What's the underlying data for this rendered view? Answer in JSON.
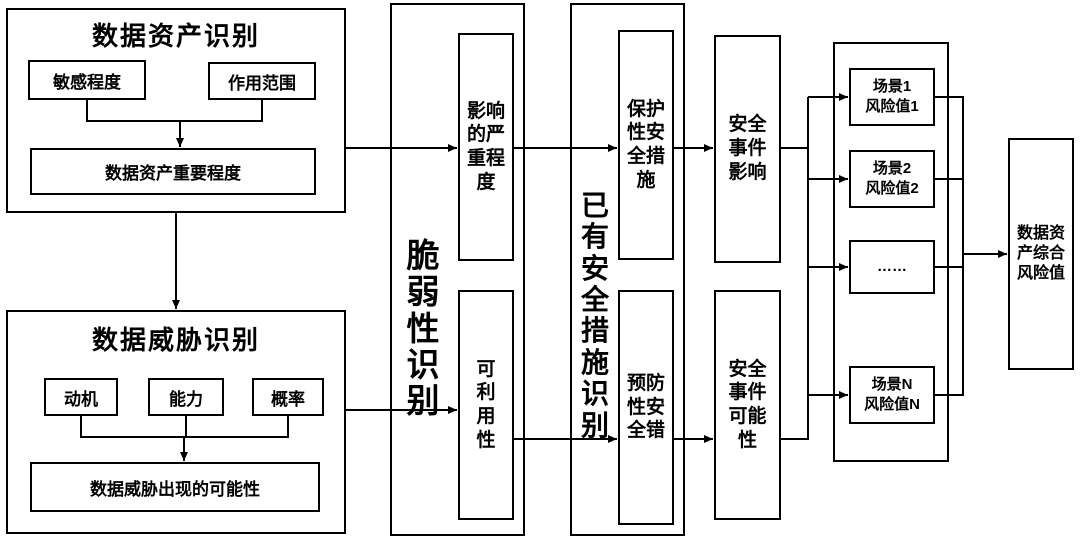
{
  "diagram": {
    "asset_group": {
      "title": "数据资产识别",
      "sensitivity": "敏感程度",
      "scope": "作用范围",
      "importance": "数据资产重要程度"
    },
    "threat_group": {
      "title": "数据威胁识别",
      "motivation": "动机",
      "capability": "能力",
      "probability": "概率",
      "likelihood": "数据威胁出现的可能性"
    },
    "vulnerability_group": {
      "title": "脆弱性识别",
      "impact_severity": "影响的严重程度",
      "exploitability": "可利用性"
    },
    "measures_group": {
      "title": "已有安全措施识别",
      "protective": "保护性安全措施",
      "preventive": "预防性安全错"
    },
    "event_impact": "安全事件影响",
    "event_likelihood": "安全事件可能性",
    "scenarios": {
      "items": [
        {
          "line1": "场景1",
          "line2": "风险值1"
        },
        {
          "line1": "场景2",
          "line2": "风险值2"
        },
        {
          "line1": "……",
          "line2": ""
        },
        {
          "line1": "场景N",
          "line2": "风险值N"
        }
      ]
    },
    "final_value": "数据资产综合风险值"
  }
}
